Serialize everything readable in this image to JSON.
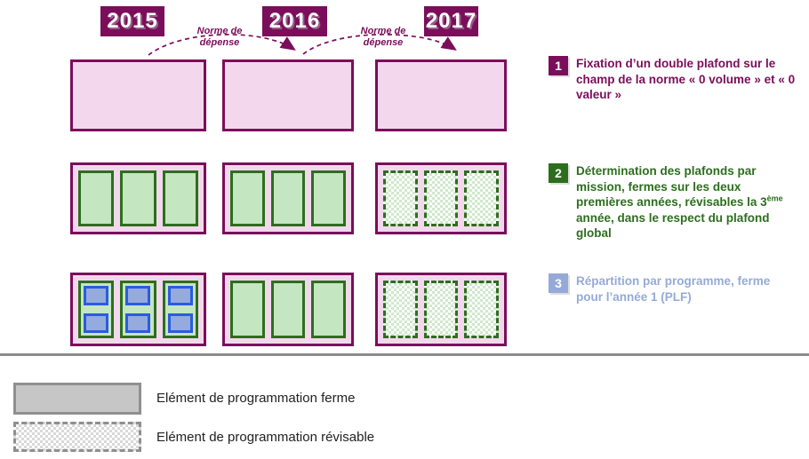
{
  "years": {
    "y2015": "2015",
    "y2016": "2016",
    "y2017": "2017"
  },
  "arrows": {
    "label": "Norme de dépense"
  },
  "annotations": {
    "a1": {
      "number": "1",
      "text": "Fixation d’un double plafond sur le champ de la norme « 0 volume » et « 0 valeur »"
    },
    "a2": {
      "number": "2",
      "text_start": "Détermination des plafonds par mission, fermes sur les deux premières années, révisables la 3",
      "superscript": "ème",
      "text_end": " année, dans le respect du plafond global"
    },
    "a3": {
      "number": "3",
      "text": "Répartition par programme, ferme pour l’année 1 (PLF)"
    }
  },
  "legend": {
    "firm": "Elément de programmation ferme",
    "revisable": "Elément de programmation révisable"
  },
  "colors": {
    "magenta": "#7b0e5b",
    "pink_fill": "#f3d8ed",
    "green_dark": "#2d6e1e",
    "green_light": "#c4e6c0",
    "blue_border": "#2a5ce0",
    "blue_fill": "#95aadd",
    "annotation3_blue": "#95aad8",
    "legend_gray": "#c6c6c6"
  },
  "matrix": {
    "rows": [
      {
        "id": "plafond-global",
        "cells": {
          "2015": "pink-solid",
          "2016": "pink-solid",
          "2017": "pink-solid"
        }
      },
      {
        "id": "plafonds-mission",
        "cells": {
          "2015": "green-solid",
          "2016": "green-solid",
          "2017": "green-hatched"
        }
      },
      {
        "id": "programmes",
        "cells": {
          "2015": "green-with-programme",
          "2016": "green-solid",
          "2017": "green-hatched"
        }
      }
    ]
  }
}
